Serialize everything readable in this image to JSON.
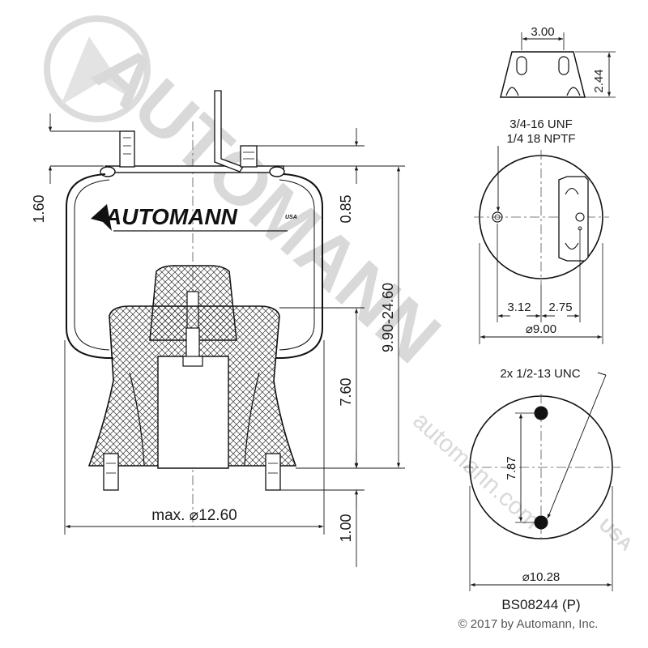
{
  "watermark": {
    "diagonal_text": "AUTOMANN",
    "url_text": "automann.com",
    "usa_text": "USA"
  },
  "logo": {
    "text": "AUTOMANN",
    "suffix": "USA"
  },
  "side_view_dims": {
    "top_offset": "1.60",
    "piston_gap": "0.85",
    "height_range": "9.90-24.60",
    "piston_height": "7.60",
    "bottom_offset": "1.00",
    "max_diameter": "max. ⌀12.60"
  },
  "top_bracket_dims": {
    "width": "3.00",
    "height": "2.44"
  },
  "top_plate_dims": {
    "thread_1": "3/4-16 UNF",
    "thread_2": "1/4 18 NPTF",
    "offset_left": "3.12",
    "offset_right": "2.75",
    "diameter": "⌀9.00"
  },
  "bottom_plate_dims": {
    "thread": "2x 1/2-13 UNC",
    "spacing": "7.87",
    "diameter": "⌀10.28"
  },
  "part_number": "BS08244 (P)",
  "copyright": "© 2017 by Automann, Inc."
}
